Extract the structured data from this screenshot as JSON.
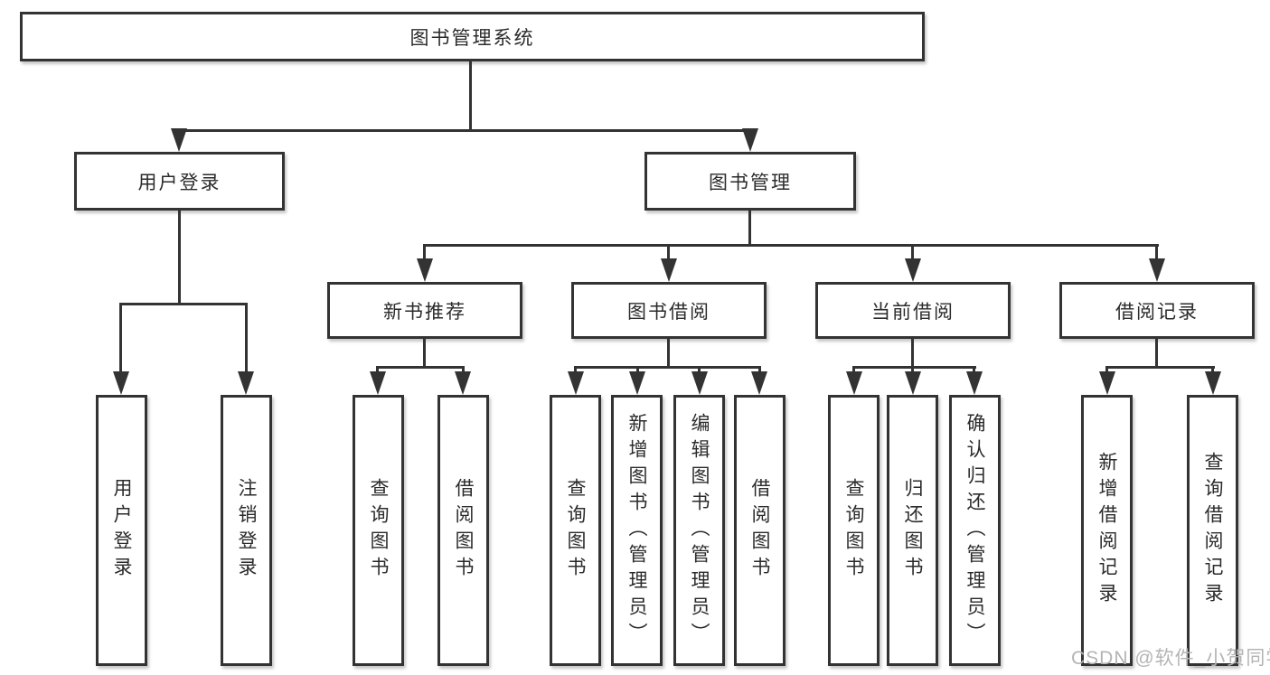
{
  "diagram_title": "图书管理系统",
  "tree": {
    "root": {
      "label": "图书管理系统",
      "children": [
        {
          "label": "用户登录",
          "children": [
            {
              "label": "用户登录"
            },
            {
              "label": "注销登录"
            }
          ]
        },
        {
          "label": "图书管理",
          "children": [
            {
              "label": "新书推荐",
              "children": [
                {
                  "label": "查询图书"
                },
                {
                  "label": "借阅图书"
                }
              ]
            },
            {
              "label": "图书借阅",
              "children": [
                {
                  "label": "查询图书"
                },
                {
                  "label": "新增图书（管理员）"
                },
                {
                  "label": "编辑图书（管理员）"
                },
                {
                  "label": "借阅图书"
                }
              ]
            },
            {
              "label": "当前借阅",
              "children": [
                {
                  "label": "查询图书"
                },
                {
                  "label": "归还图书"
                },
                {
                  "label": "确认归还（管理员）"
                }
              ]
            },
            {
              "label": "借阅记录",
              "children": [
                {
                  "label": "新增借阅记录"
                },
                {
                  "label": "查询借阅记录"
                }
              ]
            }
          ]
        }
      ]
    }
  },
  "watermark": "CSDN @软件_小贺同学",
  "colors": {
    "line": "#333333",
    "text": "#2b2b2b",
    "watermark": "#b4b4b4",
    "background": "#ffffff"
  }
}
